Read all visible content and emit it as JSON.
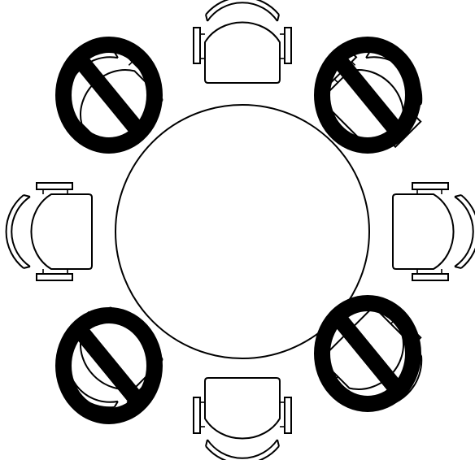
{
  "diagram": {
    "table": {
      "shape": "round"
    },
    "seats": [
      {
        "id": "top",
        "status": "available"
      },
      {
        "id": "top-right",
        "status": "unavailable"
      },
      {
        "id": "right",
        "status": "available"
      },
      {
        "id": "bottom-right",
        "status": "unavailable"
      },
      {
        "id": "bottom",
        "status": "available"
      },
      {
        "id": "bottom-left",
        "status": "unavailable"
      },
      {
        "id": "left",
        "status": "available"
      },
      {
        "id": "top-left",
        "status": "unavailable"
      }
    ],
    "colors": {
      "line": "#000000",
      "background": "#ffffff",
      "prohibited_symbol": "#000000"
    },
    "icons": {
      "seat": "chair-icon",
      "unavailable_marker": "prohibited-icon"
    }
  }
}
